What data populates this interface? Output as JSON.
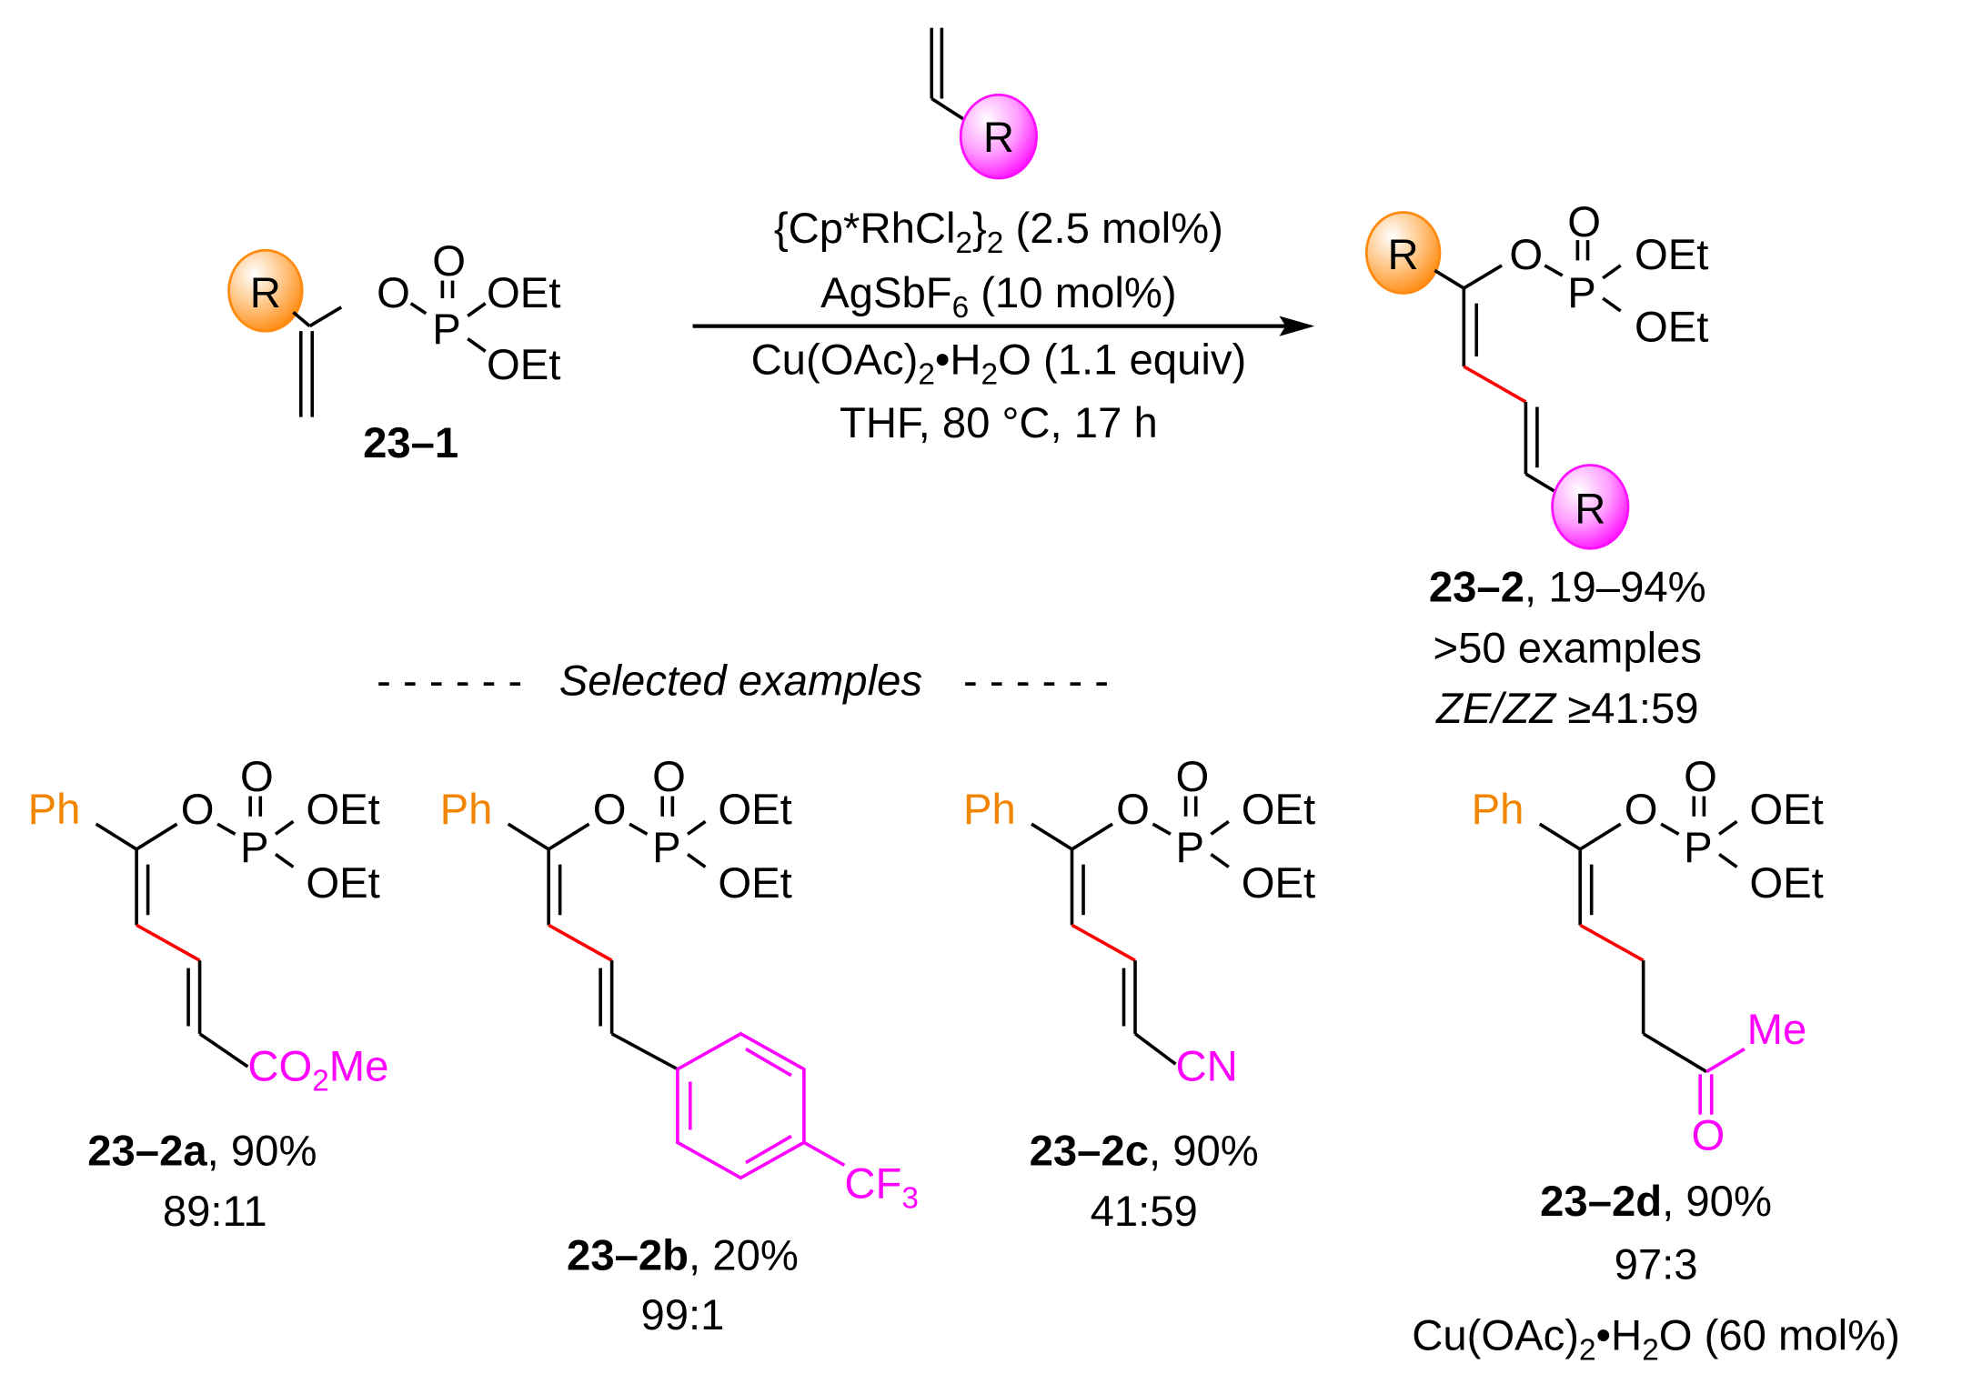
{
  "colors": {
    "r_group_1": "#f28500",
    "r_group_2": "#ff00ff",
    "new_bond": "#ff0000",
    "text": "#000000"
  },
  "reactant": {
    "r_label": "R",
    "o": "O",
    "p": "P",
    "o_double": "O",
    "oet1": "OEt",
    "oet2": "OEt",
    "compound_id": "23–1"
  },
  "alkene": {
    "r_label": "R"
  },
  "conditions": {
    "line1_main": "{Cp*RhCl",
    "line1_sub1": "2",
    "line1_brace": "}",
    "line1_sub2": "2",
    "line1_rest": " (2.5 mol%)",
    "line2_main": "AgSbF",
    "line2_sub": "6",
    "line2_rest": " (10 mol%)",
    "line3_a": "Cu(OAc)",
    "line3_sub1": "2",
    "line3_b": "•H",
    "line3_sub2": "2",
    "line3_c": "O (1.1 equiv)",
    "line4": "THF,  80 °C, 17 h"
  },
  "product": {
    "r1_label": "R",
    "r2_label": "R",
    "o": "O",
    "p": "P",
    "o_double": "O",
    "oet1": "OEt",
    "oet2": "OEt",
    "compound_id": "23–2",
    "yield": ",  19–94%",
    "examples": ">50 examples",
    "ratio_label": "ZE/ZZ",
    "ratio_value": " ≥41:59"
  },
  "section_header": {
    "dashes_left": "- - - - - -",
    "title": "Selected examples",
    "dashes_right": "- - - - - -"
  },
  "examples": [
    {
      "id": "23–2a",
      "yield": ", 90%",
      "ratio": "89:11",
      "aryl": "Ph",
      "group": "CO",
      "group_sub": "2",
      "group_rest": "Me",
      "note": ""
    },
    {
      "id": "23–2b",
      "yield": ", 20%",
      "ratio": "99:1",
      "aryl": "Ph",
      "group": "CF",
      "group_sub": "3",
      "group_rest": "",
      "note": ""
    },
    {
      "id": "23–2c",
      "yield": ", 90%",
      "ratio": "41:59",
      "aryl": "Ph",
      "group": "CN",
      "group_sub": "",
      "group_rest": "",
      "note": ""
    },
    {
      "id": "23–2d",
      "yield": ", 90%",
      "ratio": "97:3",
      "aryl": "Ph",
      "group": "Me",
      "group_sub": "",
      "group_rest": "",
      "carbonyl_o": "O",
      "note_a": "Cu(OAc)",
      "note_sub1": "2",
      "note_b": "•H",
      "note_sub2": "2",
      "note_c": "O (60 mol%)"
    }
  ],
  "phosphate": {
    "o": "O",
    "p": "P",
    "o_double": "O",
    "oet": "OEt"
  }
}
